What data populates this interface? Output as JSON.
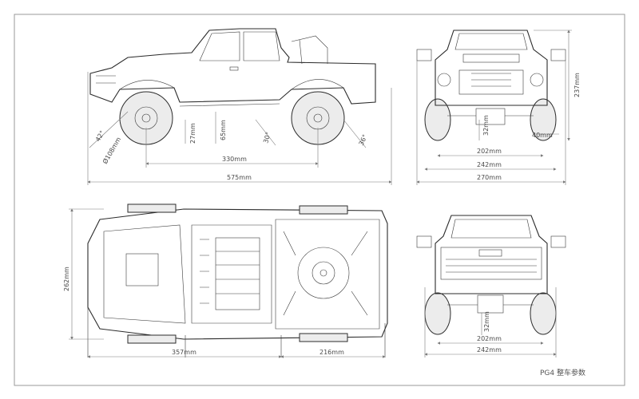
{
  "colors": {
    "line": "#2b2b2b",
    "dimension": "#7a7a7a",
    "frame": "#9a9a9a"
  },
  "caption": "PG4 整车参数",
  "side_view": {
    "angle_approach": "42°",
    "tire_dia": "Ø108mm",
    "clear_front": "27mm",
    "clear_mid": "65mm",
    "angle_breakover": "30°",
    "angle_departure": "36°",
    "wheelbase": "330mm",
    "length": "575mm"
  },
  "front_view": {
    "height": "237mm",
    "clearance": "40mm",
    "axle_clear": "32mm",
    "track": "202mm",
    "width": "242mm",
    "width_mirrors": "270mm"
  },
  "top_view": {
    "width": "262mm",
    "front_to_axle": "357mm",
    "rear_section": "216mm"
  },
  "rear_view": {
    "axle_clear": "32mm",
    "track": "202mm",
    "width": "242mm"
  }
}
